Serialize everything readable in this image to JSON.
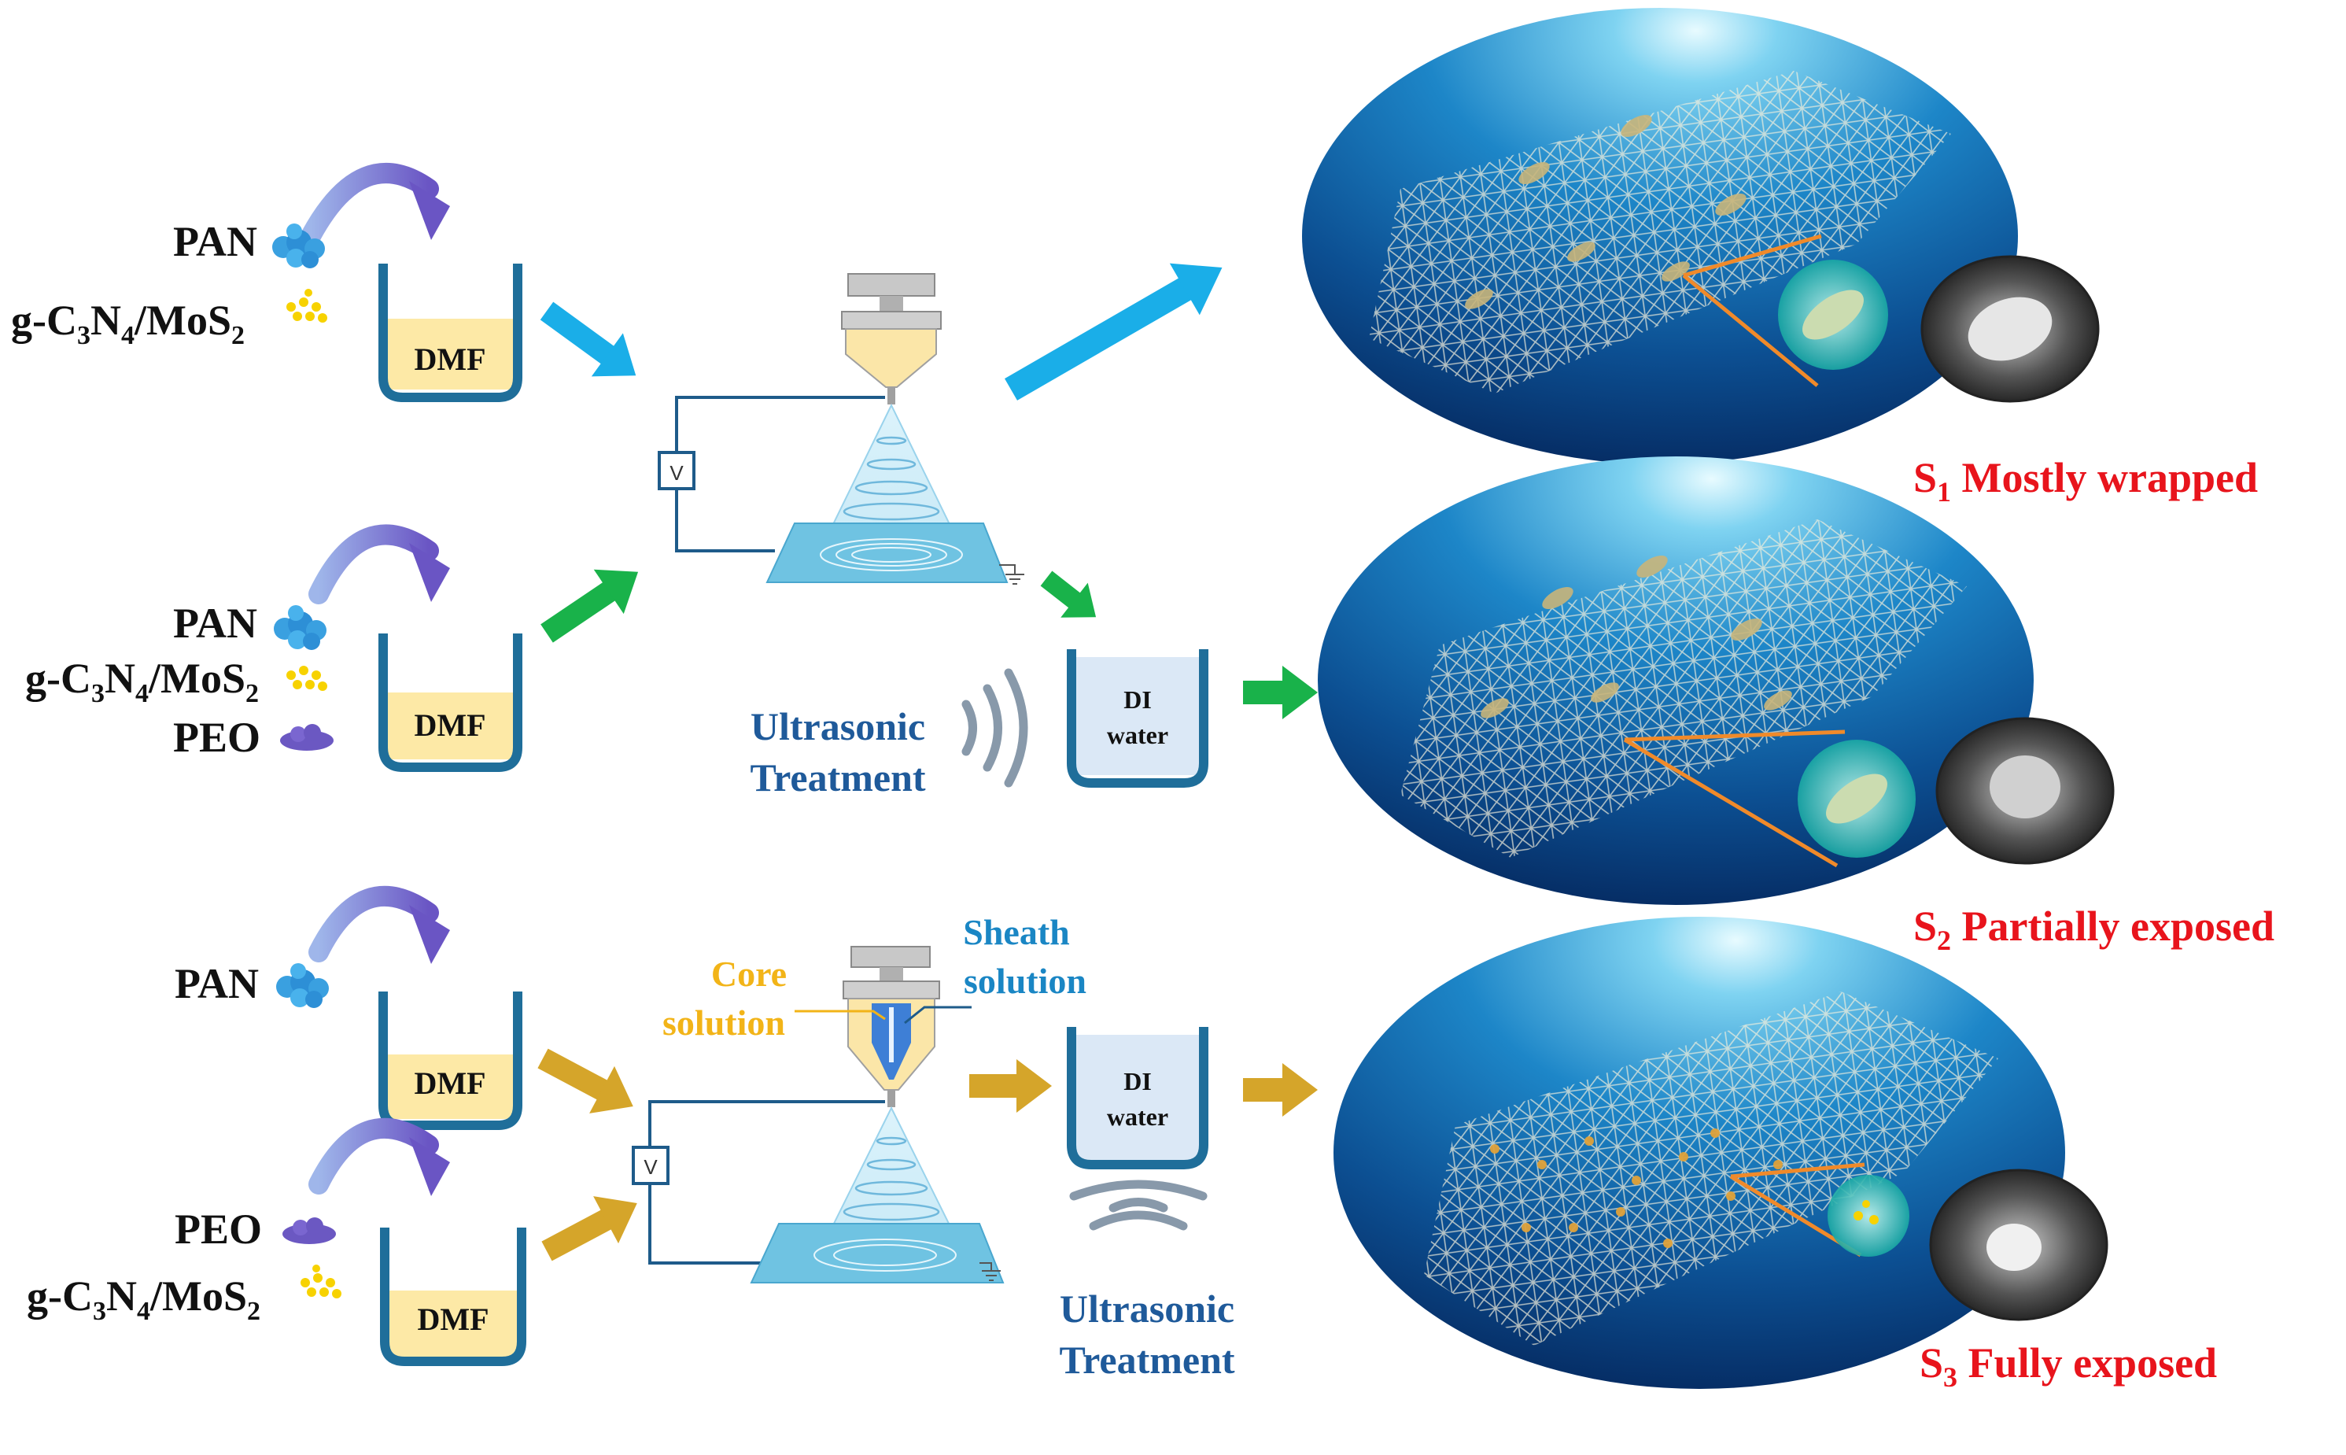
{
  "rows": [
    {
      "chemicals": [
        {
          "label": "PAN",
          "icon": "blue-powder-icon"
        },
        {
          "label": "g-C",
          "sub1": "3",
          "mid": "N",
          "sub2": "4",
          "tail": "/MoS",
          "sub3": "2",
          "icon": "yellow-particles-icon"
        }
      ],
      "beaker": "DMF",
      "result_label": {
        "prefix": "S",
        "sub": "1",
        "text": " Mostly wrapped"
      }
    },
    {
      "chemicals": [
        {
          "label": "PAN",
          "icon": "blue-powder-icon"
        },
        {
          "label": "g-C",
          "sub1": "3",
          "mid": "N",
          "sub2": "4",
          "tail": "/MoS",
          "sub3": "2",
          "icon": "yellow-particles-icon"
        },
        {
          "label": "PEO",
          "icon": "purple-powder-icon"
        }
      ],
      "beaker": "DMF",
      "post_beaker": {
        "line1": "DI",
        "line2": "water"
      },
      "treatment": {
        "line1": "Ultrasonic",
        "line2": "Treatment"
      },
      "result_label": {
        "prefix": "S",
        "sub": "2",
        "text": " Partially exposed"
      }
    },
    {
      "chemicals_top": [
        {
          "label": "PAN",
          "icon": "blue-powder-icon"
        }
      ],
      "beaker_top": "DMF",
      "chemicals_bottom": [
        {
          "label": "PEO",
          "icon": "purple-powder-icon"
        },
        {
          "label": "g-C",
          "sub1": "3",
          "mid": "N",
          "sub2": "4",
          "tail": "/MoS",
          "sub3": "2",
          "icon": "yellow-particles-icon"
        }
      ],
      "beaker_bottom": "DMF",
      "core_label": {
        "line1": "Core",
        "line2": "solution"
      },
      "sheath_label": {
        "line1": "Sheath",
        "line2": "solution"
      },
      "post_beaker": {
        "line1": "DI",
        "line2": "water"
      },
      "treatment": {
        "line1": "Ultrasonic",
        "line2": "Treatment"
      },
      "result_label": {
        "prefix": "S",
        "sub": "3",
        "text": " Fully exposed"
      }
    }
  ],
  "voltage_symbol": "V",
  "colors": {
    "arrow_row1": "#1aaee8",
    "arrow_row2": "#19b24a",
    "arrow_row3": "#d5a52a",
    "beaker_outline": "#1f6e9a",
    "dmf_fill": "#fde9a6",
    "water_fill": "#dbe8f6",
    "result_text": "#e8141c",
    "treatment_text": "#1f5a9a",
    "core_text": "#f2b418",
    "sheath_text": "#1a86c4",
    "mixing_arrow": "#6a5cc8"
  }
}
